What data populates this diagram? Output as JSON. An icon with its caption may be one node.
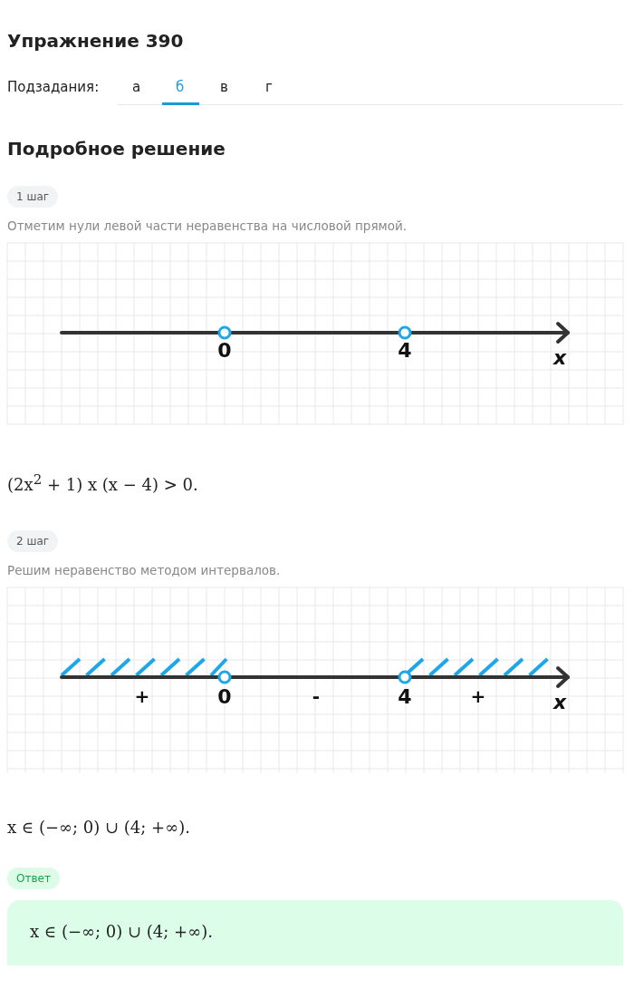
{
  "diagram": {
    "title": "Упражнение 390",
    "nodes": [
      {
        "text": [
          "1 шаг"
        ]
      },
      {
        "text": [
          "2 шаг"
        ]
      },
      {
        "text": [
          "Ответ"
        ]
      },
      {
        "text": [
          "x ∈ (−∞; 0) ∪ (4; +∞)."
        ]
      }
    ],
    "labels": [
      "Подзадания:",
      "а",
      "б",
      "в",
      "г",
      "Подробное решение",
      "Отметим нули левой части неравенства на числовой прямой.",
      "0",
      "4",
      "x",
      "(2x$^{2}$ + 1) x (x − 4)  >  0.",
      "Решим неравенство методом интервалов.",
      "+",
      "0",
      "-",
      "4",
      "+",
      "x",
      "x ∈ (−∞; 0) ∪ (4; +∞)."
    ]
  }
}
